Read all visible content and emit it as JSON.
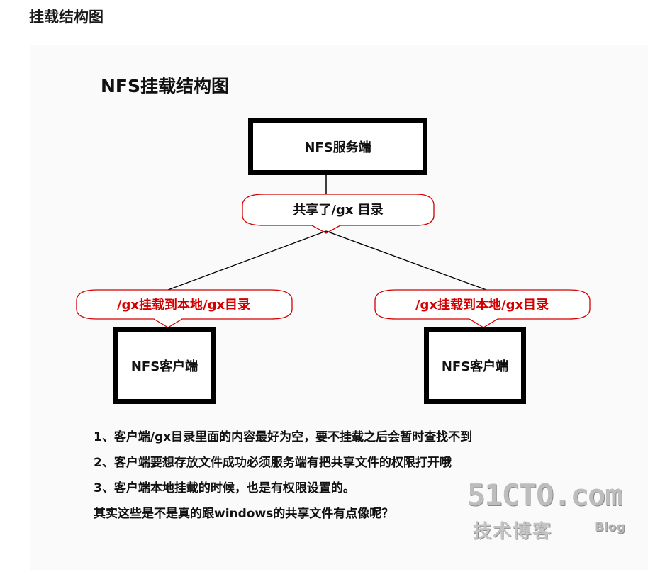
{
  "page": {
    "heading": "挂载结构图"
  },
  "diagram": {
    "title": "NFS挂载结构图",
    "server": {
      "label": "NFS服务端"
    },
    "share_label": "共享了/gx 目录",
    "clients": [
      {
        "mount_label": "/gx挂载到本地/gx目录",
        "box_label": "NFS客户端"
      },
      {
        "mount_label": "/gx挂载到本地/gx目录",
        "box_label": "NFS客户端"
      }
    ],
    "notes": [
      "1、客户端/gx目录里面的内容最好为空，要不挂载之后会暂时查找不到",
      "2、客户端要想存放文件成功必须服务端有把共享文件的权限打开哦",
      "3、客户端本地挂载的时候，也是有权限设置的。",
      "其实这些是不是真的跟windows的共享文件有点像呢？"
    ]
  },
  "watermark": {
    "main": "51CTO.com",
    "sub": "技术博客",
    "blog": "Blog"
  },
  "colors": {
    "accent_red": "#d40000",
    "box_border": "#000000"
  }
}
